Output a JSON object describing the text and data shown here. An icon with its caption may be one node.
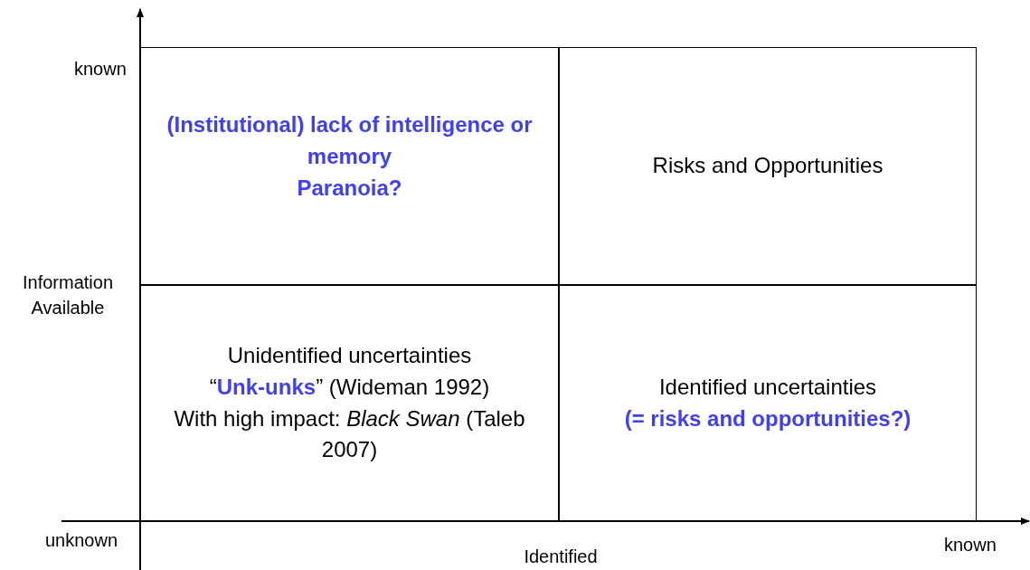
{
  "diagram": {
    "nodes": [
      {
        "text": [
          "**(Institutional) lack of intelligence or memory**",
          "**Paranoia?**"
        ]
      },
      {
        "text": [
          "Risks and Opportunities"
        ]
      },
      {
        "text": [
          "Unidentified uncertainties",
          "“**Unk-unks**” (Wideman 1992)",
          "With high impact: *Black Swan* (Taleb 2007)"
        ]
      },
      {
        "text": [
          "Identified uncertainties",
          "**(= risks and opportunities?)**"
        ]
      }
    ],
    "edges": [],
    "labels": [
      "known",
      "Information Available",
      "unknown",
      "Identified",
      "known"
    ]
  }
}
